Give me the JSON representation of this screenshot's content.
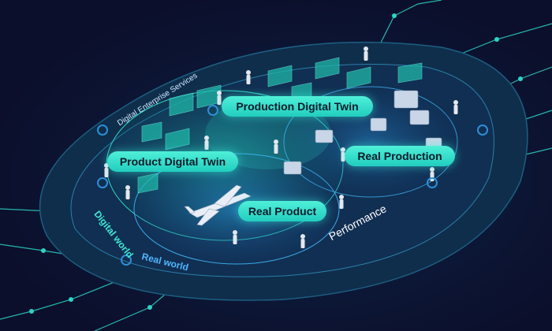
{
  "labels": {
    "production_digital_twin": "Production Digital Twin",
    "product_digital_twin": "Product Digital Twin",
    "real_production": "Real Production",
    "real_product": "Real Product",
    "digital_enterprise_services": "Digital Enterprise Services",
    "digital_world": "Digital world",
    "real_world": "Real world",
    "performance": "Performance"
  },
  "colors": {
    "background": "#0b0f2b",
    "accent_teal": "#3fe7d4",
    "accent_blue": "#4fb6ff",
    "pill_fill": "#2fe0cc"
  },
  "icons": [
    "person-figure-icon",
    "monitor-screen-icon",
    "airplane-icon",
    "machine-icon",
    "network-node-icon"
  ]
}
